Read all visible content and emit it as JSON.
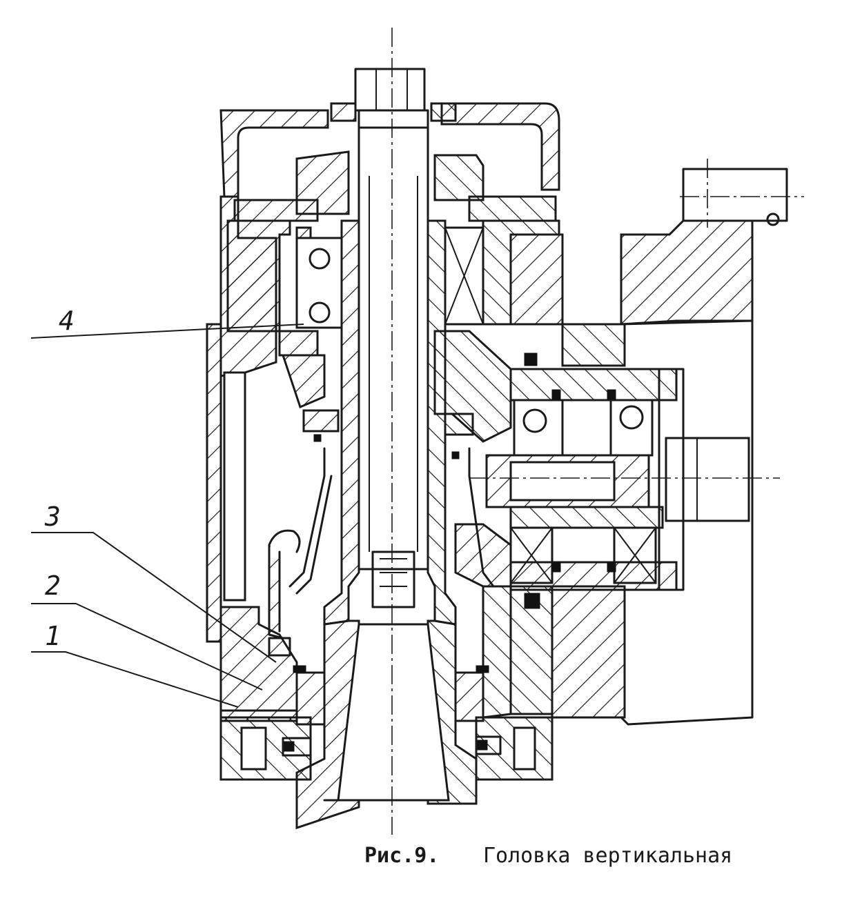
{
  "figure": {
    "labels": [
      "4",
      "3",
      "2",
      "1"
    ],
    "caption_number": "Рис.9.",
    "caption_title": "Головка вертикальная"
  }
}
